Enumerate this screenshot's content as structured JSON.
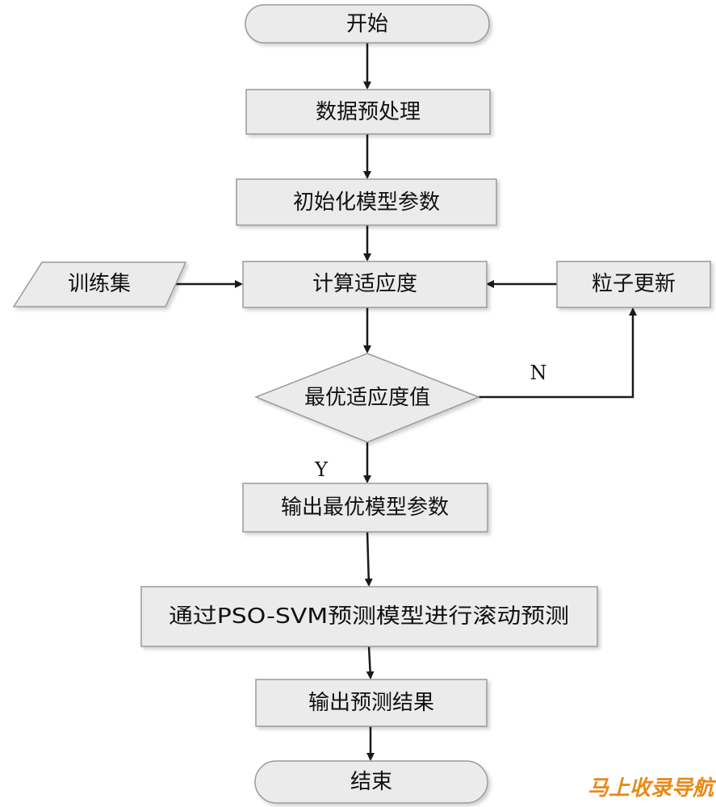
{
  "nodes": {
    "start": "开始",
    "preprocess": "数据预处理",
    "init_params": "初始化模型参数",
    "training_set": "训练集",
    "compute_fitness": "计算适应度",
    "particle_update": "粒子更新",
    "best_fitness": "最优适应度值",
    "output_params": "输出最优模型参数",
    "rolling_predict": "通过PSO-SVM预测模型进行滚动预测",
    "output_results": "输出预测结果",
    "end": "结束"
  },
  "branch_labels": {
    "no": "N",
    "yes": "Y"
  },
  "watermark": "马上收录导航",
  "colors": {
    "box_fill": "#ebebeb",
    "box_stroke": "#9a9a9a",
    "arrow": "#1a1a1a",
    "watermark": "#e8891a"
  }
}
